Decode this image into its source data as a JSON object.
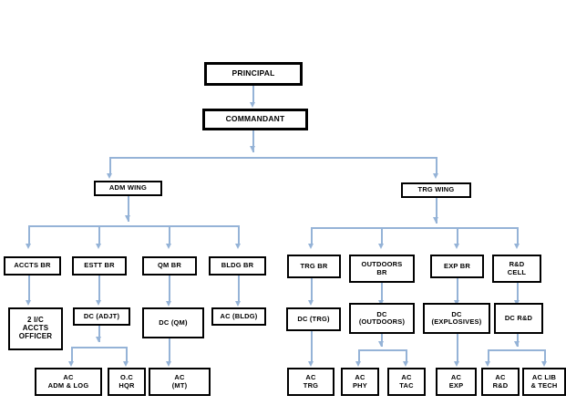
{
  "diagram": {
    "title": "Organizational Structure Chart",
    "colors": {
      "box_border": "#000000",
      "box_fill": "#ffffff",
      "connector": "#95b3d7",
      "text": "#000000"
    },
    "nodes": {
      "principal": "PRINCIPAL",
      "commandant": "COMMANDANT",
      "adm_wing": "ADM WING",
      "trg_wing": "TRG WING",
      "accts_br": "ACCTS  BR",
      "estt_br": "ESTT BR",
      "qm_br": "QM BR",
      "bldg_br": "BLDG BR",
      "two_ic_accts_officer": "2  I/C\nACCTS\nOFFICER",
      "dc_adjt": "DC (ADJT)",
      "dc_qm": "DC (QM)",
      "ac_bldg": "AC (BLDG)",
      "ac_adm_log": "AC\nADM & LOG",
      "oc_hqr": "O.C\nHQR",
      "ac_mt": "AC\n(MT)",
      "trg_br": "TRG BR",
      "outdoors_br": "OUTDOORS\nBR",
      "exp_br": "EXP  BR",
      "rd_cell": "R&D\nCELL",
      "dc_trg": "DC (TRG)",
      "dc_outdoors": "DC\n(OUTDOORS)",
      "dc_explosives": "DC\n(EXPLOSIVES)",
      "dc_rd": "DC R&D",
      "ac_trg": "AC\nTRG",
      "ac_phy": "AC\nPHY",
      "ac_tac": "AC\nTAC",
      "ac_exp": "AC\nEXP",
      "ac_rd": "AC\nR&D",
      "ac_lib_tech": "AC LIB\n& TECH"
    }
  }
}
